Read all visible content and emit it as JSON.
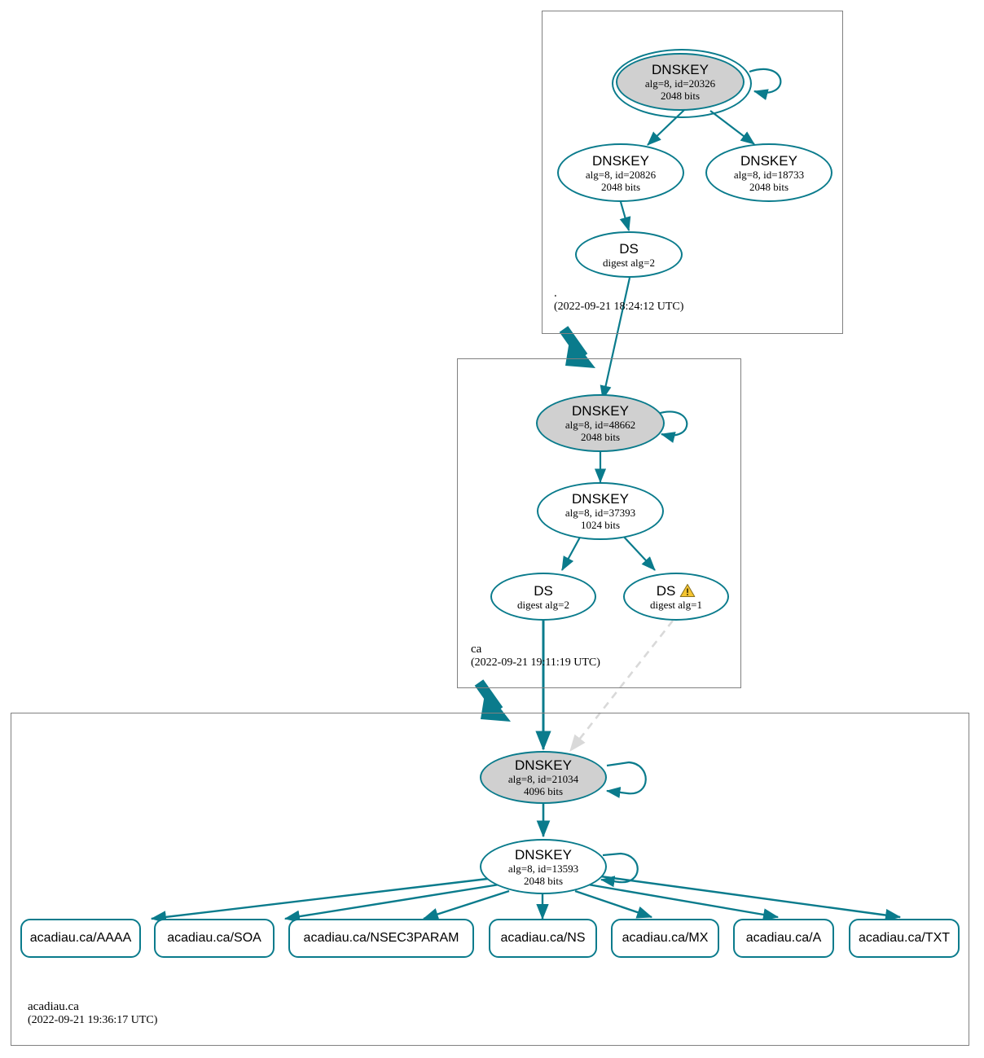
{
  "diagram": {
    "kind": "dnssec-authentication-chain",
    "colors": {
      "edge": "#0a7b8c",
      "node_stroke": "#0a7b8c",
      "shaded_fill": "#d0d0d0",
      "zone_border": "#808080",
      "broken_edge": "#d9d9d9",
      "warning": "#f5c430"
    }
  },
  "zones": [
    {
      "id": "root",
      "name": ".",
      "timestamp": "(2022-09-21 18:24:12 UTC)",
      "nodes": [
        {
          "id": "root-ksk-20326",
          "type": "DNSKEY",
          "title": "DNSKEY",
          "alg_id": "alg=8, id=20326",
          "bits": "2048 bits",
          "trust_anchor": true,
          "sep": true
        },
        {
          "id": "root-zsk-20826",
          "type": "DNSKEY",
          "title": "DNSKEY",
          "alg_id": "alg=8, id=20826",
          "bits": "2048 bits",
          "trust_anchor": false,
          "sep": false
        },
        {
          "id": "root-zsk-18733",
          "type": "DNSKEY",
          "title": "DNSKEY",
          "alg_id": "alg=8, id=18733",
          "bits": "2048 bits",
          "trust_anchor": false,
          "sep": false
        },
        {
          "id": "root-ds-2",
          "type": "DS",
          "title": "DS",
          "digest": "digest alg=2",
          "warning": false
        }
      ]
    },
    {
      "id": "ca",
      "name": "ca",
      "timestamp": "(2022-09-21 19:11:19 UTC)",
      "nodes": [
        {
          "id": "ca-ksk-48662",
          "type": "DNSKEY",
          "title": "DNSKEY",
          "alg_id": "alg=8, id=48662",
          "bits": "2048 bits",
          "trust_anchor": false,
          "sep": true
        },
        {
          "id": "ca-zsk-37393",
          "type": "DNSKEY",
          "title": "DNSKEY",
          "alg_id": "alg=8, id=37393",
          "bits": "1024 bits",
          "trust_anchor": false,
          "sep": false
        },
        {
          "id": "ca-ds-2",
          "type": "DS",
          "title": "DS",
          "digest": "digest alg=2",
          "warning": false
        },
        {
          "id": "ca-ds-1",
          "type": "DS",
          "title": "DS",
          "digest": "digest alg=1",
          "warning": true
        }
      ]
    },
    {
      "id": "acadiau",
      "name": "acadiau.ca",
      "timestamp": "(2022-09-21 19:36:17 UTC)",
      "nodes": [
        {
          "id": "ac-ksk-21034",
          "type": "DNSKEY",
          "title": "DNSKEY",
          "alg_id": "alg=8, id=21034",
          "bits": "4096 bits",
          "trust_anchor": false,
          "sep": true
        },
        {
          "id": "ac-zsk-13593",
          "type": "DNSKEY",
          "title": "DNSKEY",
          "alg_id": "alg=8, id=13593",
          "bits": "2048 bits",
          "trust_anchor": false,
          "sep": false
        }
      ],
      "rrsets": [
        {
          "id": "rr-aaaa",
          "label": "acadiau.ca/AAAA"
        },
        {
          "id": "rr-soa",
          "label": "acadiau.ca/SOA"
        },
        {
          "id": "rr-nsec3param",
          "label": "acadiau.ca/NSEC3PARAM"
        },
        {
          "id": "rr-ns",
          "label": "acadiau.ca/NS"
        },
        {
          "id": "rr-mx",
          "label": "acadiau.ca/MX"
        },
        {
          "id": "rr-a",
          "label": "acadiau.ca/A"
        },
        {
          "id": "rr-txt",
          "label": "acadiau.ca/TXT"
        }
      ]
    }
  ],
  "icons": {
    "warning_triangle": "warning-triangle-icon"
  }
}
